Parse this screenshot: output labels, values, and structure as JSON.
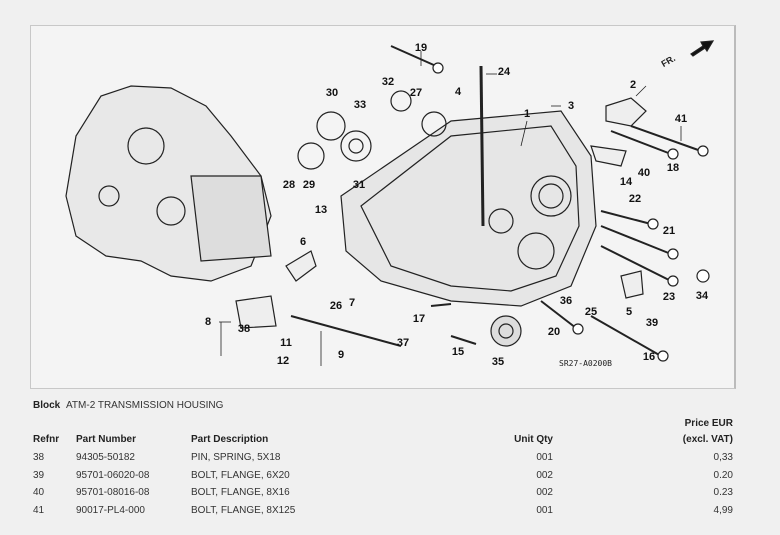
{
  "diagram": {
    "code": "SR27-A0200B",
    "direction_label": "FR.",
    "callouts": [
      "19",
      "24",
      "30",
      "32",
      "33",
      "27",
      "4",
      "1",
      "3",
      "2",
      "41",
      "18",
      "40",
      "14",
      "29",
      "31",
      "28",
      "13",
      "22",
      "21",
      "6",
      "23",
      "34",
      "26",
      "7",
      "36",
      "25",
      "5",
      "39",
      "17",
      "8",
      "38",
      "20",
      "11",
      "37",
      "9",
      "15",
      "16",
      "35",
      "12"
    ]
  },
  "block": {
    "label": "Block",
    "name": "ATM-2 TRANSMISSION HOUSING"
  },
  "table": {
    "headers": {
      "refnr": "Refnr",
      "part_number": "Part Number",
      "description": "Part Description",
      "unit_qty": "Unit Qty",
      "price_line1": "Price EUR",
      "price_line2": "(excl. VAT)"
    },
    "rows": [
      {
        "refnr": "38",
        "part_number": "94305-50182",
        "description": "PIN, SPRING, 5X18",
        "unit_qty": "001",
        "price": "0,33"
      },
      {
        "refnr": "39",
        "part_number": "95701-06020-08",
        "description": "BOLT, FLANGE, 6X20",
        "unit_qty": "002",
        "price": "0.20"
      },
      {
        "refnr": "40",
        "part_number": "95701-08016-08",
        "description": "BOLT, FLANGE, 8X16",
        "unit_qty": "002",
        "price": "0.23"
      },
      {
        "refnr": "41",
        "part_number": "90017-PL4-000",
        "description": "BOLT, FLANGE, 8X125",
        "unit_qty": "001",
        "price": "4,99"
      }
    ]
  }
}
